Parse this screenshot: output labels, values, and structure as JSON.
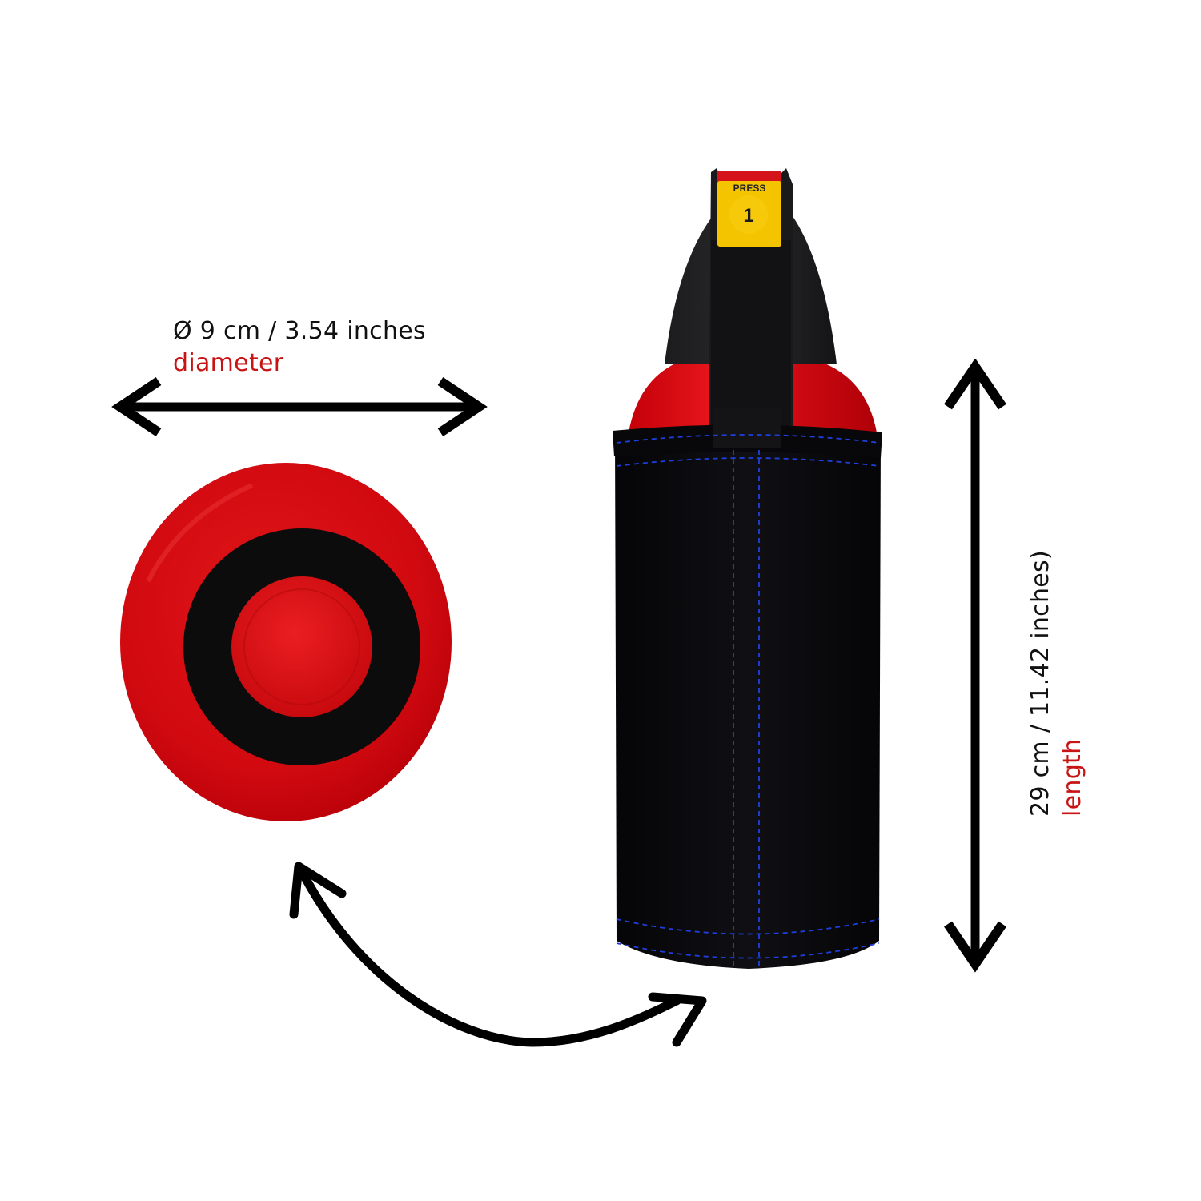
{
  "diameter": {
    "value": "Ø 9 cm / 3.54 inches",
    "label": "diameter"
  },
  "length": {
    "value": "29 cm / 11.42 inches)",
    "label": "length"
  },
  "product": {
    "trigger_label": "PRESS",
    "trigger_number": "1"
  },
  "colors": {
    "label_accent": "#c81414",
    "label_text": "#111111",
    "body_red": "#d10a10",
    "sleeve_black": "#0a0a0c",
    "stitch_blue": "#1e3fe0",
    "trigger_yellow": "#f5c400"
  },
  "icons": {
    "diameter_arrow": "double-arrow-horizontal",
    "length_arrow": "double-arrow-vertical",
    "rotate_arrow": "curved-double-arrow"
  }
}
